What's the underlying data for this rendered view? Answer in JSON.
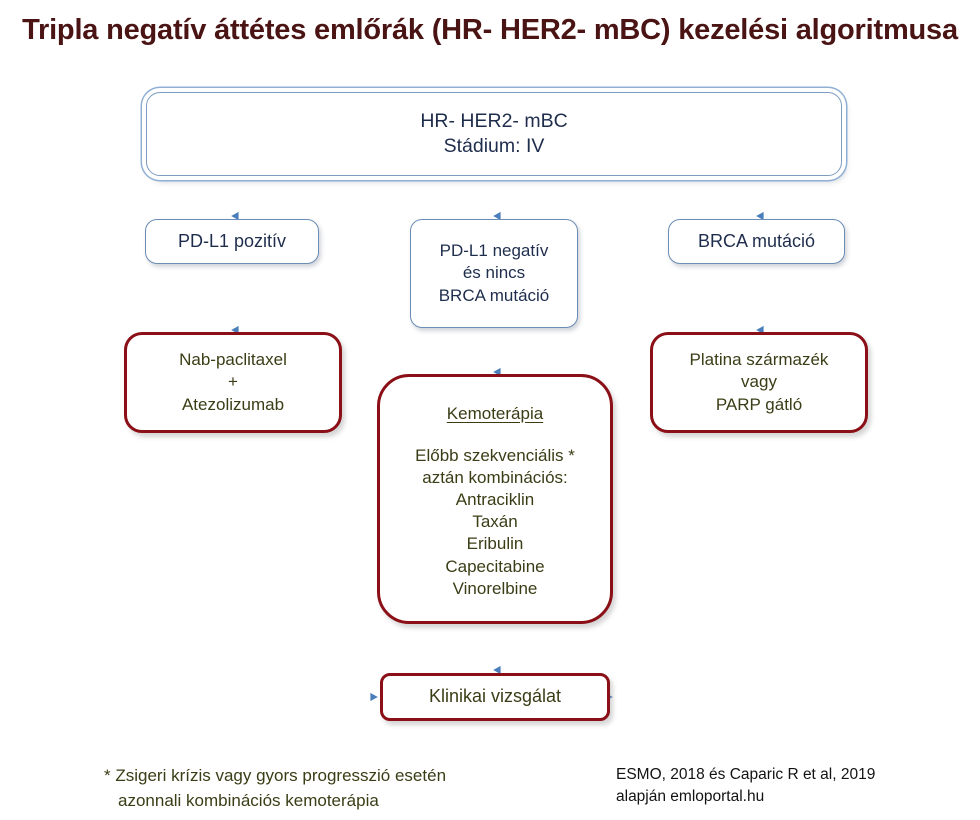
{
  "title": "Tripla negatív áttétes emlőrák (HR- HER2- mBC) kezelési algoritmusa",
  "colors": {
    "title": "#4a1414",
    "blue_border": "#6a8cb5",
    "blue_text": "#1f2d4d",
    "red_border": "#8b0f16",
    "green_text": "#3b3d16",
    "connector": "#4a7ebb",
    "background": "#ffffff"
  },
  "nodes": {
    "root": {
      "line1": "HR- HER2- mBC",
      "line2": "Stádium: IV"
    },
    "branch_left": {
      "line1": "PD-L1 pozitív"
    },
    "branch_center": {
      "line1": "PD-L1 negatív",
      "line2": "és nincs",
      "line3": "BRCA mutáció"
    },
    "branch_right": {
      "line1": "BRCA mutáció"
    },
    "therapy_left": {
      "line1": "Nab-paclitaxel",
      "line2": "+",
      "line3": "Atezolizumab"
    },
    "therapy_center": {
      "heading": "Kemoterápia",
      "line1": "Előbb szekvenciális *",
      "line2": "aztán kombinációs:",
      "drugs": [
        "Antraciklin",
        "Taxán",
        "Eribulin",
        "Capecitabine",
        "Vinorelbine"
      ]
    },
    "therapy_right": {
      "line1": "Platina származék",
      "line2": "vagy",
      "line3": "PARP gátló"
    },
    "outcome": {
      "line1": "Klinikai vizsgálat"
    }
  },
  "footnote": {
    "line1": "* Zsigeri krízis vagy gyors progresszió esetén",
    "line2": "azonnali kombinációs kemoterápia"
  },
  "credit": {
    "line1": "ESMO, 2018 és Caparic R et al, 2019",
    "line2": "alapján emloportal.hu"
  }
}
